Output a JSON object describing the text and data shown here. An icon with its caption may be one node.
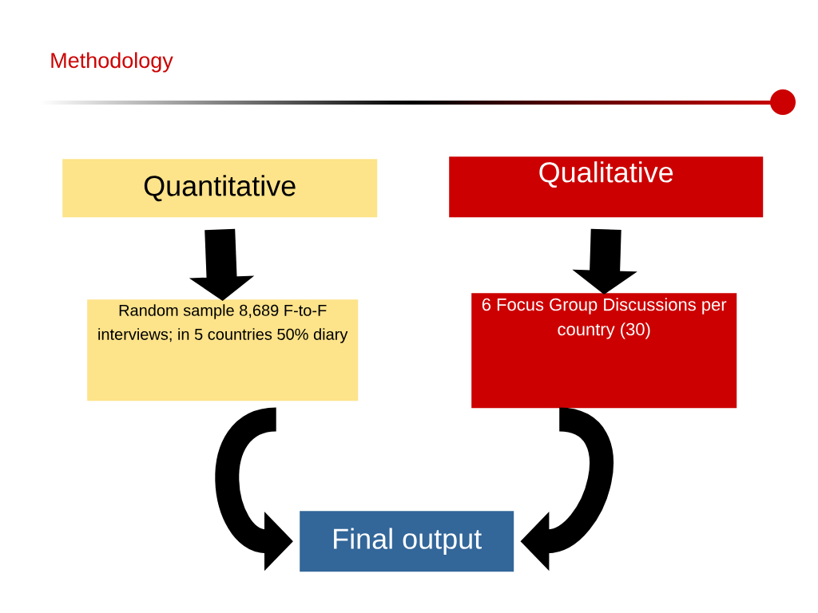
{
  "diagram": {
    "title": "Methodology",
    "nodes": [
      {
        "text": [
          "Quantitative"
        ]
      },
      {
        "text": [
          "Qualitative"
        ]
      },
      {
        "text": [
          "Random sample 8,689 F-to-F interviews; in 5 countries 50% diary"
        ]
      },
      {
        "text": [
          "6 Focus Group Discussions per country (30)"
        ]
      },
      {
        "text": [
          "Final output"
        ]
      }
    ],
    "edges": [
      {
        "from": 0,
        "to": 2,
        "arrow": "to"
      },
      {
        "from": 1,
        "to": 3,
        "arrow": "to"
      },
      {
        "from": 2,
        "to": 4,
        "arrow": "to"
      },
      {
        "from": 3,
        "to": 4,
        "arrow": "to"
      }
    ]
  }
}
